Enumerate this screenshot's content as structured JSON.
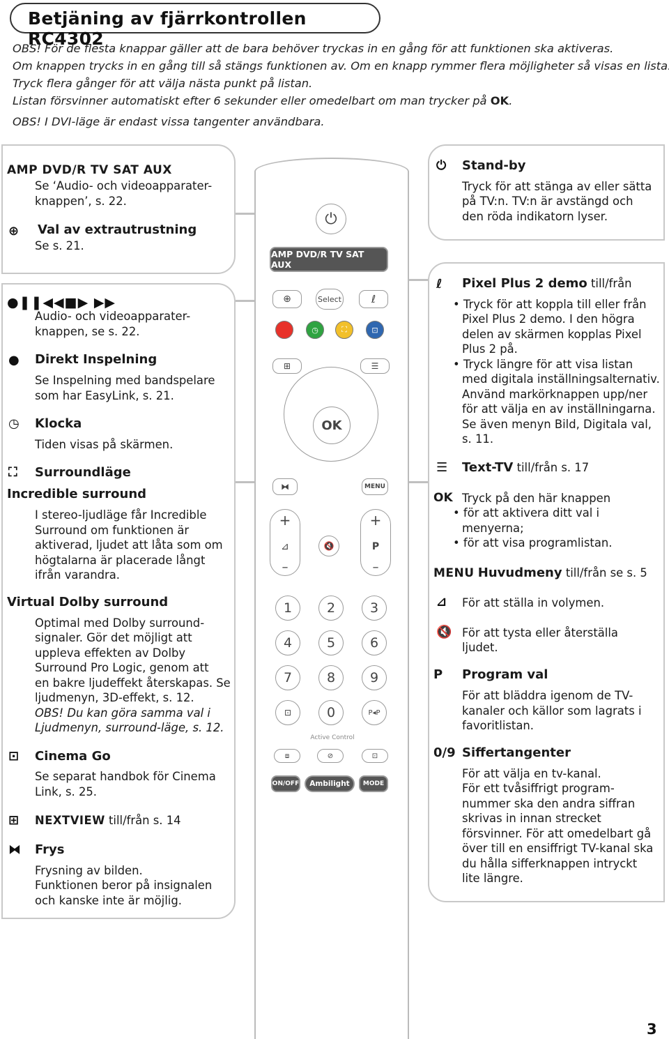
{
  "title": "Betjäning av fjärrkontrollen RC4302",
  "intro": {
    "line1": "OBS! För de flesta knappar gäller att de bara behöver tryckas in en gång för att funktionen ska aktiveras.",
    "line2": "Om knappen trycks in en gång till så stängs funktionen av. Om en knapp rymmer flera möjligheter så visas en lista.",
    "line3": "Tryck flera gånger för att välja nästa punkt på listan.",
    "line4_pre": "Listan försvinner automatiskt efter 6 sekunder eller omedelbart om man trycker på",
    "line4_ok": "OK",
    "line4_post": ".",
    "line5": "OBS! I DVI-läge är endast vissa tangenter användbara."
  },
  "left": {
    "amp_heading": "AMP DVD/R TV SAT AUX",
    "amp_text1": "Se ‘Audio- och videoapparater-",
    "amp_text2": "knappen’, s. 22.",
    "ext_heading": "Val av extrautrustning",
    "ext_text": "Se s. 21.",
    "transport_text1": "Audio- och videoapparater-",
    "transport_text2": "knappen, se s. 22.",
    "rec_heading": "Direkt Inspelning",
    "rec_text1": "Se Inspelning med bandspelare",
    "rec_text2": "som har EasyLink, s. 21.",
    "clock_heading": "Klocka",
    "clock_text": "Tiden visas på skärmen.",
    "surround_heading": "Surroundläge",
    "incredible_heading": "Incredible surround",
    "incredible_1": "I stereo-ljudläge får Incredible",
    "incredible_2": "Surround om funktionen är",
    "incredible_3": "aktiverad, ljudet att låta som om",
    "incredible_4": "högtalarna är placerade långt",
    "incredible_5": "ifrån varandra.",
    "dolby_heading": "Virtual Dolby surround",
    "dolby_1": "Optimal med Dolby surround-",
    "dolby_2": "signaler. Gör det möjligt att",
    "dolby_3": "uppleva effekten av Dolby",
    "dolby_4": "Surround Pro Logic, genom att",
    "dolby_5": "en bakre ljudeffekt återskapas. Se",
    "dolby_6": "ljudmenyn, 3D-effekt, s. 12.",
    "dolby_obs1": "OBS! Du kan göra samma val i",
    "dolby_obs2": "Ljudmenyn, surround-läge, s. 12.",
    "cinema_heading": "Cinema Go",
    "cinema_1": "Se separat handbok för Cinema",
    "cinema_2": "Link, s. 25.",
    "nextview_heading": "NEXTVIEW",
    "nextview_text": " till/från s. 14",
    "freeze_heading": "Frys",
    "freeze_1": "Frysning av bilden.",
    "freeze_2": "Funktionen beror på insignalen",
    "freeze_3": "och kanske inte är möjlig."
  },
  "right": {
    "standby_heading": "Stand-by",
    "standby_1": "Tryck för att stänga av eller sätta",
    "standby_2": "på TV:n. TV:n är avstängd och",
    "standby_3": "den röda indikatorn lyser.",
    "pixel_heading": "Pixel Plus 2 demo",
    "pixel_suffix": " till/från",
    "pixel_1": "• Tryck för att koppla till eller från",
    "pixel_2": "Pixel Plus 2 demo. I den högra",
    "pixel_3": "delen av skärmen kopplas Pixel",
    "pixel_4": "Plus 2 på.",
    "pixel_5": "• Tryck längre för att visa listan",
    "pixel_6": "med digitala inställningsalternativ.",
    "pixel_7": "Använd markörknappen upp/ner",
    "pixel_8": "för att välja en av inställningarna.",
    "pixel_9": "Se även menyn Bild, Digitala val,",
    "pixel_10": "s. 11.",
    "texttv_heading": "Text-TV",
    "texttv_suffix": " till/från s. 17",
    "ok_label": "OK",
    "ok_text": "Tryck på den här knappen",
    "ok_b1": "• för att aktivera ditt val i",
    "ok_b2": "menyerna;",
    "ok_b3": "• för att visa programlistan.",
    "menu_label": "MENU",
    "menu_heading": "Huvudmeny",
    "menu_suffix": " till/från se s. 5",
    "vol_text": "För att ställa in volymen.",
    "mute_1": "För att tysta eller återställa",
    "mute_2": "ljudet.",
    "p_label": "P",
    "p_heading": "Program val",
    "p_1": "För att bläddra igenom de TV-",
    "p_2": "kanaler och källor som lagrats i",
    "p_3": "favoritlistan.",
    "num_label": "0/9",
    "num_heading": "Siffertangenter",
    "num_1": "För att välja en tv-kanal.",
    "num_2": "För ett tvåsiffrigt program-",
    "num_3": "nummer ska den andra siffran",
    "num_4": "skrivas in innan strecket",
    "num_5": "försvinner. För att omedelbart gå",
    "num_6": "över till en ensiffrigt TV-kanal ska",
    "num_7": "du hålla sifferknappen intryckt",
    "num_8": "lite längre."
  },
  "remote": {
    "source_bar": "AMP DVD/R TV SAT AUX",
    "select": "Select",
    "ok": "OK",
    "menu": "MENU",
    "plus": "+",
    "minus": "–",
    "p": "P",
    "digits": [
      "1",
      "2",
      "3",
      "4",
      "5",
      "6",
      "7",
      "8",
      "9"
    ],
    "zero": "0",
    "pp": "P◂P",
    "active_control": "Active Control",
    "on_off": "ON/OFF",
    "ambilight": "Ambilight",
    "mode": "MODE"
  },
  "colors": {
    "red": "#e8322a",
    "green": "#2fa341",
    "yellow": "#f2c02a",
    "blue": "#2f67b0"
  },
  "page_number": "3"
}
